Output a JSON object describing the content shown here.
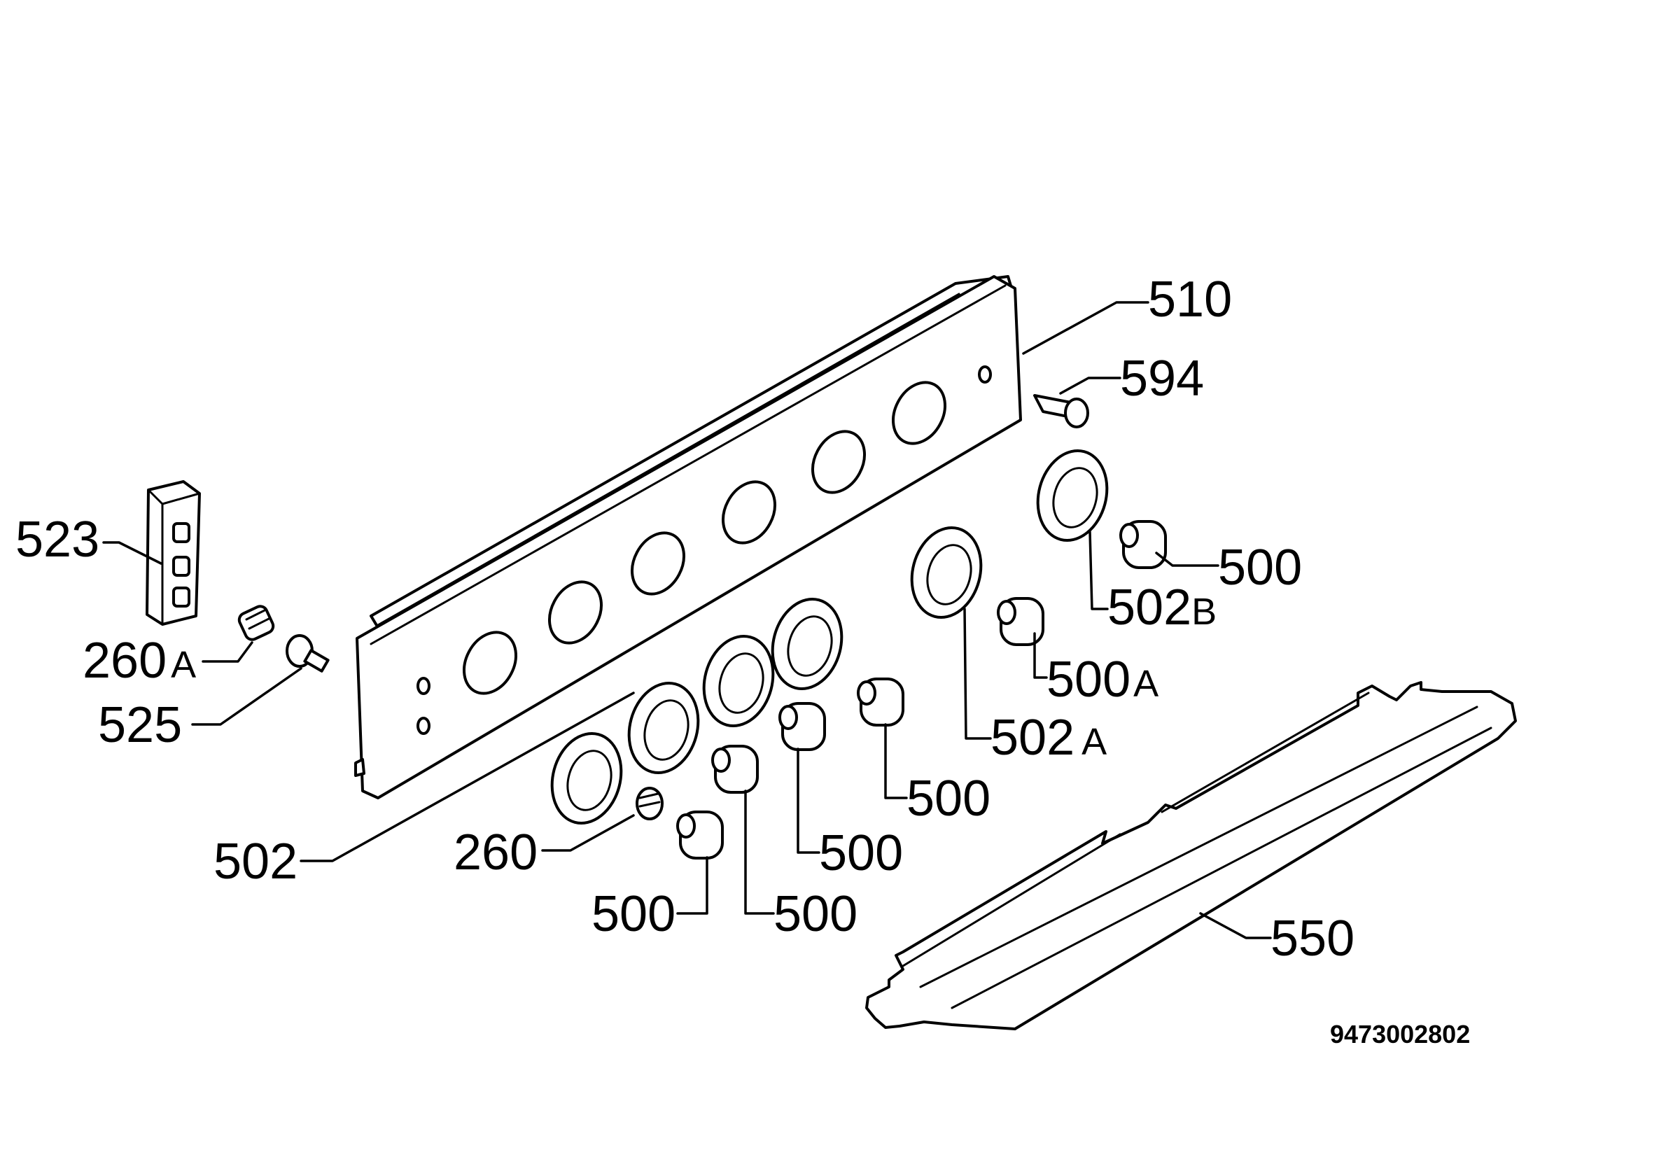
{
  "labels": {
    "p510": "510",
    "p594": "594",
    "p523": "523",
    "p500_right": "500",
    "p502b_num": "502",
    "p502b_suffix": "B",
    "p260a_num": "260",
    "p260a_suffix": "A",
    "p500a_num": "500",
    "p500a_suffix": "A",
    "p525": "525",
    "p502a_num": "502",
    "p502a_suffix": "A",
    "p500_mid_right": "500",
    "p500_mid": "500",
    "p502": "502",
    "p260": "260",
    "p500_bottom_left": "500",
    "p500_bottom_mid": "500",
    "p550": "550"
  },
  "drawing_number": "9473002802",
  "colors": {
    "line": "#000000",
    "background": "#ffffff"
  }
}
